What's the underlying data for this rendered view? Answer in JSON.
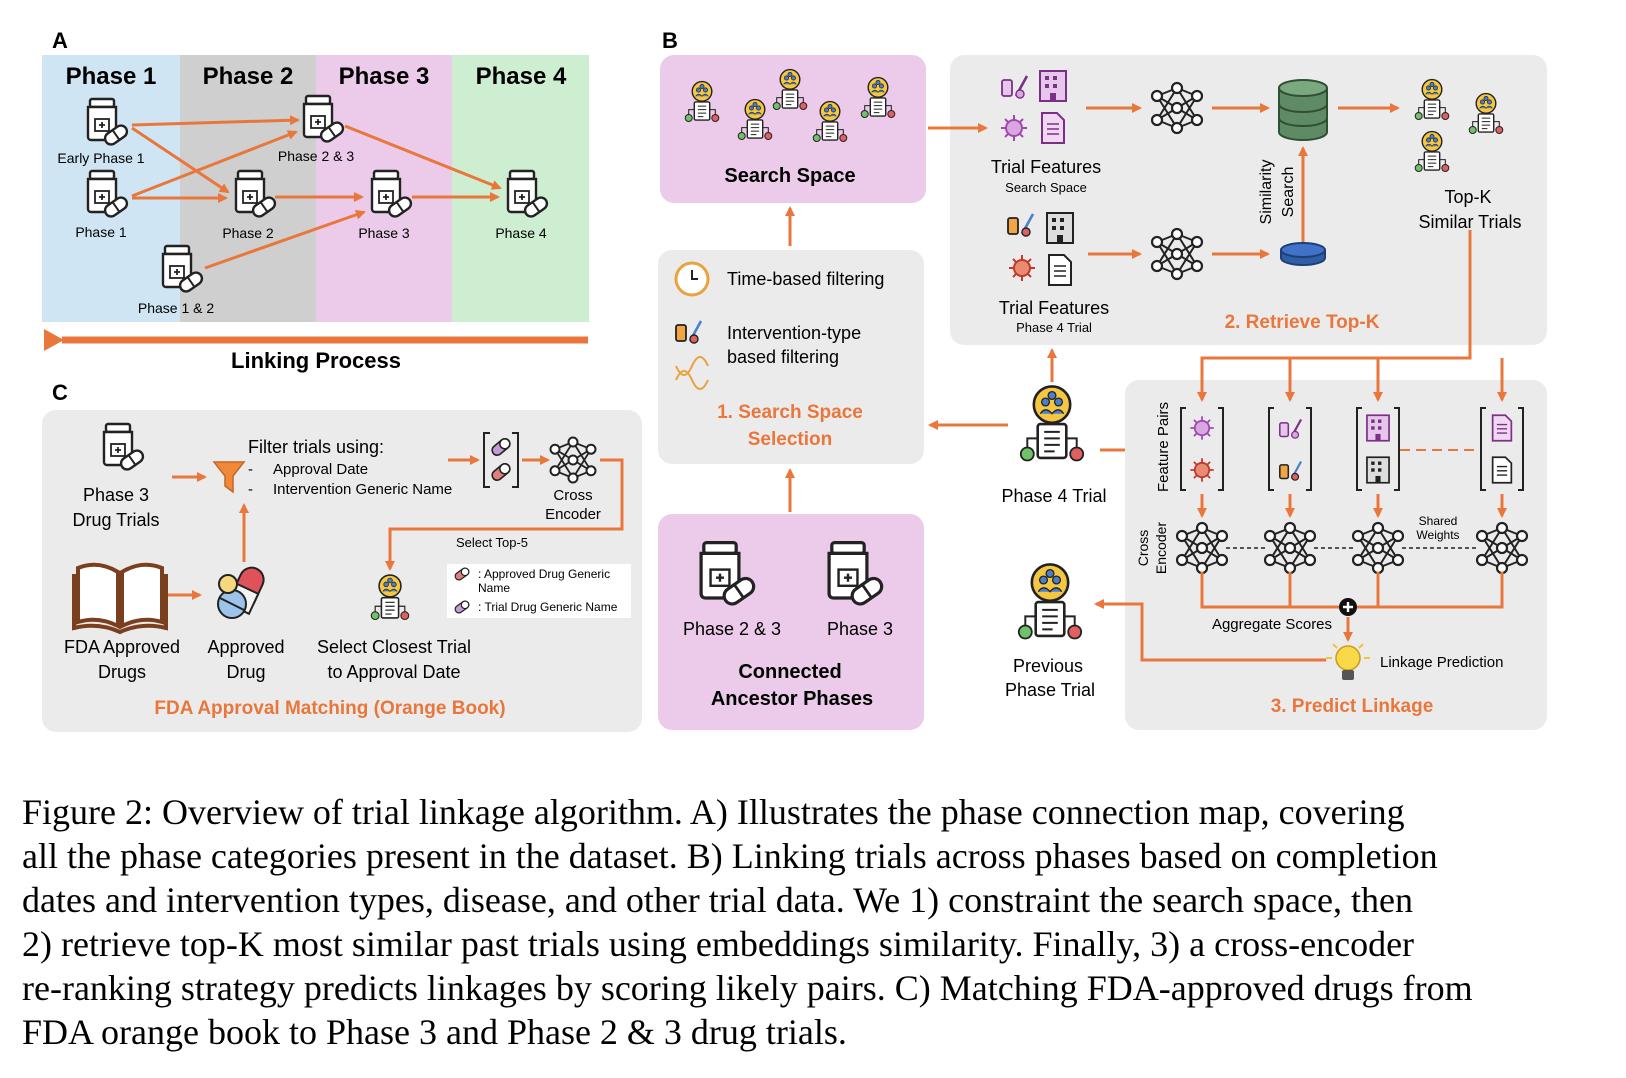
{
  "colors": {
    "orange": "#e9773c",
    "phase1_bg": "#cfe5f3",
    "phase2_bg": "#cfcfcf",
    "phase3_bg": "#eccbea",
    "phase4_bg": "#cdeed0",
    "panel_gray": "#ebebeb",
    "panel_pink": "#eccbea",
    "drug_pink": "#e07e7e",
    "drug_purple": "#c59ad8",
    "db_green": "#5e8b63",
    "db_blue": "#3f72c8"
  },
  "panelA": {
    "label": "A",
    "phases": [
      "Phase 1",
      "Phase 2",
      "Phase 3",
      "Phase 4"
    ],
    "nodes": {
      "early_phase1": "Early Phase 1",
      "phase1": "Phase 1",
      "phase12": "Phase 1 & 2",
      "phase2": "Phase 2",
      "phase23": "Phase 2 & 3",
      "phase3": "Phase 3",
      "phase4": "Phase 4"
    },
    "linking": "Linking Process"
  },
  "panelB": {
    "label": "B",
    "search_space": "Search Space",
    "filter_time": "Time-based filtering",
    "filter_intervention_1": "Intervention-type",
    "filter_intervention_2": "based filtering",
    "step1_line1": "1. Search Space",
    "step1_line2": "Selection",
    "ancestor_phase23": "Phase 2 & 3",
    "ancestor_phase3": "Phase 3",
    "ancestor_title_1": "Connected",
    "ancestor_title_2": "Ancestor Phases",
    "trial_features_top": "Trial Features",
    "trial_features_top_sub": "Search Space",
    "trial_features_bottom": "Trial Features",
    "trial_features_bottom_sub": "Phase 4 Trial",
    "similarity_1": "Similarity",
    "similarity_2": "Search",
    "topk_1": "Top-K",
    "topk_2": "Similar Trials",
    "step2": "2. Retrieve Top-K",
    "phase4_trial": "Phase 4 Trial",
    "feature_pairs": "Feature Pairs",
    "cross_encoder_1": "Cross",
    "cross_encoder_2": "Encoder",
    "shared_1": "Shared",
    "shared_2": "Weights",
    "aggregate": "Aggregate Scores",
    "linkage_prediction": "Linkage Prediction",
    "previous_1": "Previous",
    "previous_2": "Phase Trial",
    "step3": "3. Predict Linkage"
  },
  "panelC": {
    "label": "C",
    "phase3_1": "Phase 3",
    "phase3_2": "Drug Trials",
    "filter_title": "Filter trials using:",
    "filter_item1": "Approval Date",
    "filter_item2": "Intervention Generic Name",
    "cross_1": "Cross",
    "cross_2": "Encoder",
    "select_top5": "Select Top-5",
    "legend1_1": ": Approved Drug Generic",
    "legend1_2": "Name",
    "legend2": ": Trial Drug Generic Name",
    "fda_1": "FDA Approved",
    "fda_2": "Drugs",
    "approved_1": "Approved",
    "approved_2": "Drug",
    "closest_1": "Select Closest Trial",
    "closest_2": "to Approval Date",
    "title": "FDA Approval Matching (Orange Book)"
  },
  "caption": [
    "Figure 2: Overview of trial linkage algorithm.  A) Illustrates the phase connection map, covering",
    "all the phase categories present in the dataset. B) Linking trials across phases based on completion",
    "dates and intervention types, disease, and other trial data. We 1) constraint the search space, then",
    "2) retrieve top-K most similar past trials using embeddings similarity. Finally, 3) a cross-encoder",
    "re-ranking strategy predicts linkages by scoring likely pairs. C) Matching FDA-approved drugs from",
    "FDA orange book to Phase 3 and Phase 2 & 3 drug trials."
  ]
}
